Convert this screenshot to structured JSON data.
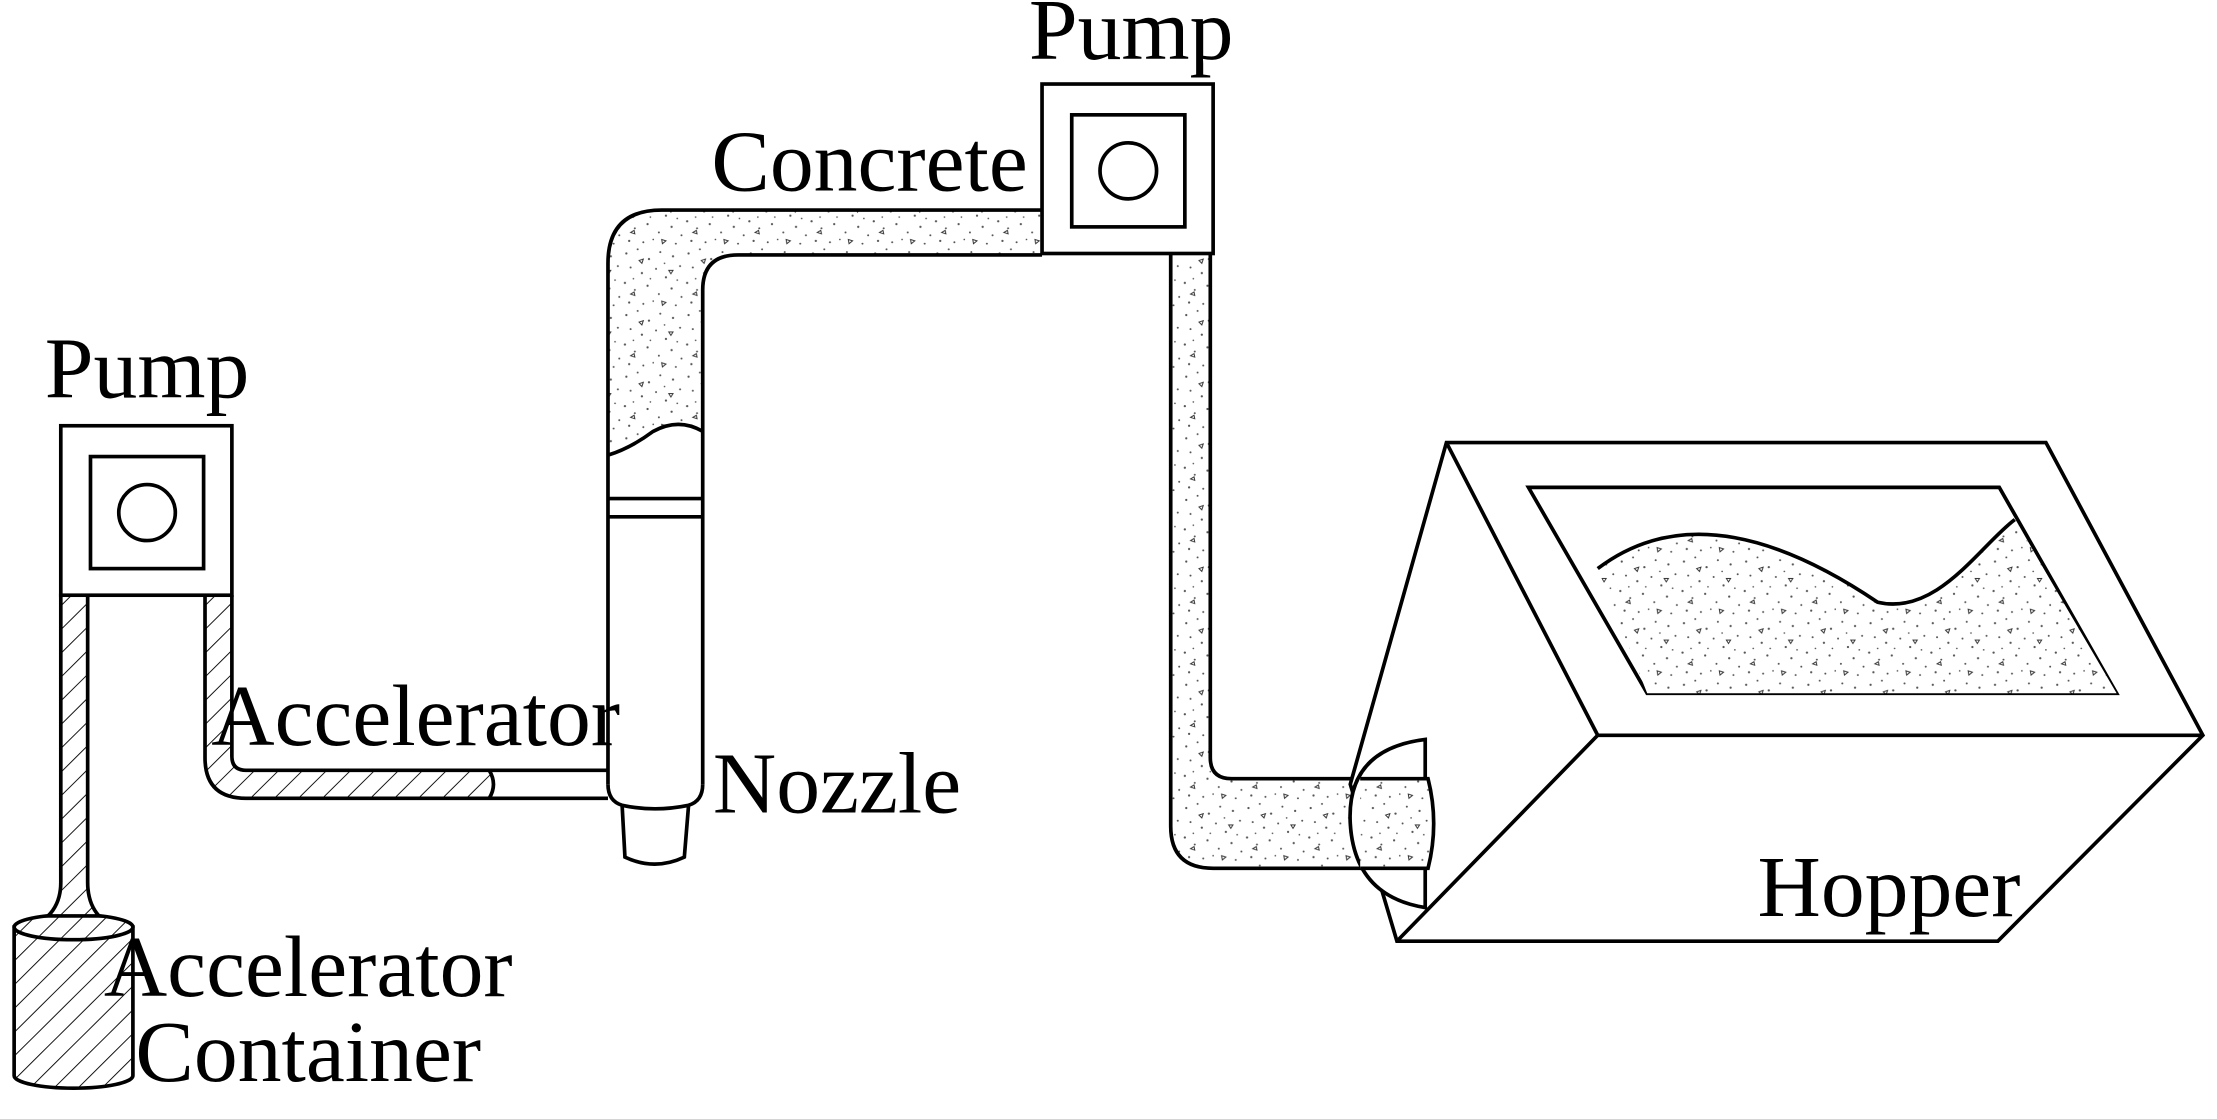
{
  "labels": {
    "pump_left": "Pump",
    "pump_top": "Pump",
    "concrete": "Concrete",
    "accelerator": "Accelerator",
    "nozzle": "Nozzle",
    "accelerator_container_line1": "Accelerator",
    "accelerator_container_line2": "Container",
    "hopper": "Hopper"
  },
  "colors": {
    "line": "#000000",
    "background": "#ffffff"
  }
}
